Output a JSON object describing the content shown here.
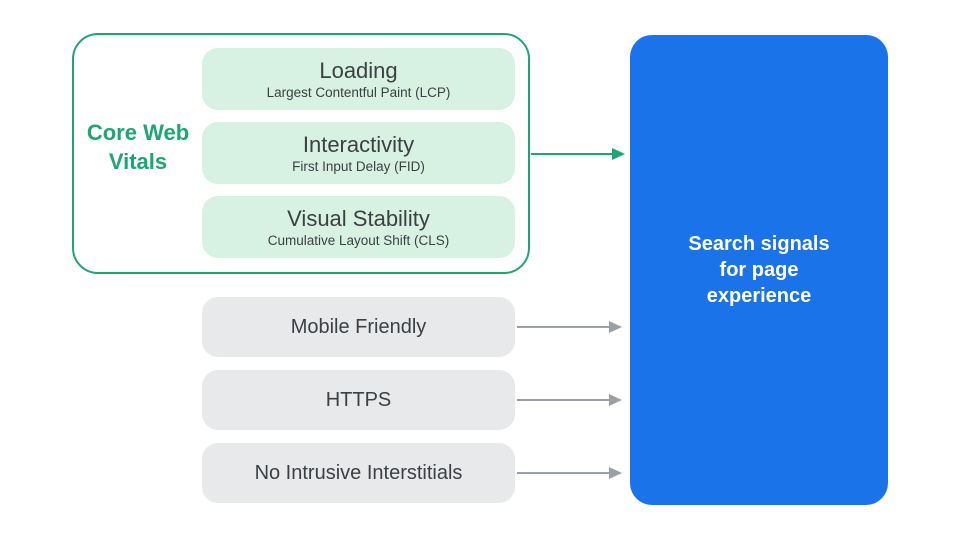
{
  "colors": {
    "green": "#1EA672",
    "green_light": "#D7F2E3",
    "gray_pill": "#E8E9EB",
    "blue": "#1A73E8",
    "text_dark": "#3C4043",
    "arrow_gray": "#9AA0A6",
    "white": "#FFFFFF"
  },
  "core_web_vitals": {
    "label": "Core Web Vitals",
    "items": [
      {
        "title": "Loading",
        "subtitle": "Largest Contentful Paint (LCP)"
      },
      {
        "title": "Interactivity",
        "subtitle": "First Input Delay (FID)"
      },
      {
        "title": "Visual Stability",
        "subtitle": "Cumulative Layout Shift (CLS)"
      }
    ]
  },
  "other_signals": [
    {
      "label": "Mobile Friendly"
    },
    {
      "label": "HTTPS"
    },
    {
      "label": "No Intrusive Interstitials"
    }
  ],
  "result": {
    "label": "Search signals for page experience"
  }
}
